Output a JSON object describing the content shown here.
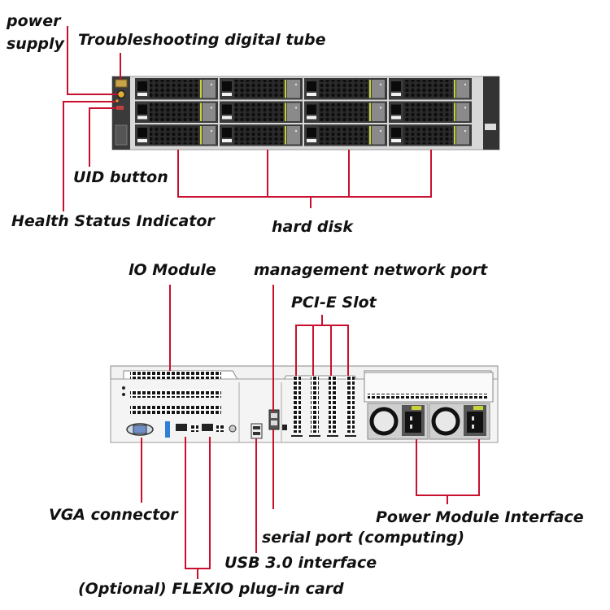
{
  "colors": {
    "leader_line": "#c8102e",
    "chassis_dark": "#3a3a3a",
    "chassis_light": "#e6e6e6",
    "drive_accent": "#c6d43a",
    "label_text": "#111111"
  },
  "front_panel": {
    "name": "server-front-view",
    "drive_columns": 4,
    "drive_rows": 3,
    "labels": {
      "power_supply_line1": "power",
      "power_supply_line2": "supply",
      "troubleshooting_tube": "Troubleshooting digital tube",
      "uid_button": "UID button",
      "health_status": "Health Status Indicator",
      "hard_disk": "hard disk"
    }
  },
  "rear_panel": {
    "name": "server-rear-view",
    "pcie_slot_count": 4,
    "power_module_count": 2,
    "labels": {
      "io_module": "lO Module",
      "management_port": "management network port",
      "pcie_slot": "PCI-E Slot",
      "vga_connector": "VGA connector",
      "power_module_interface": "Power Module Interface",
      "serial_port": "serial port (computing)",
      "usb_interface": "USB 3.0 interface",
      "flexio_card": "(Optional) FLEXIO plug-in card"
    }
  }
}
